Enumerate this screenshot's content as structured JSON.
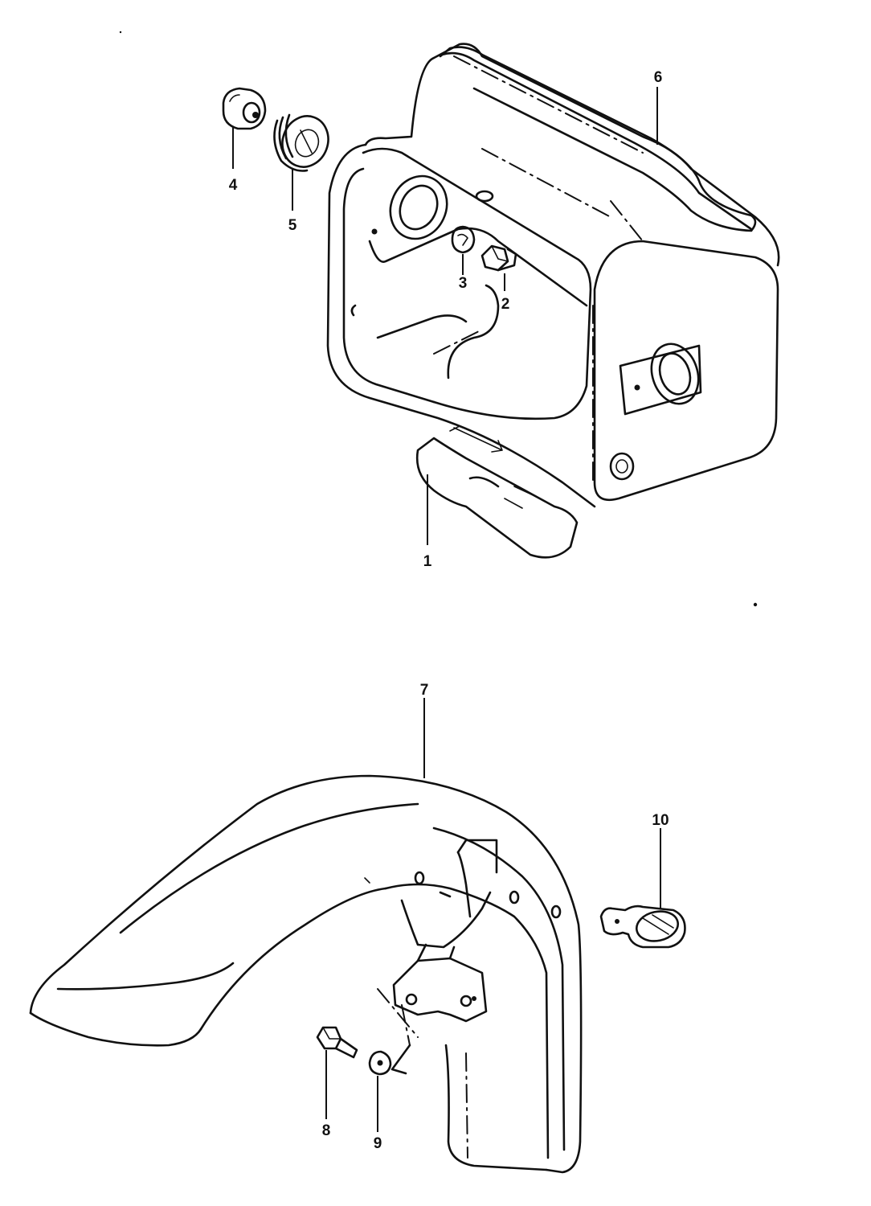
{
  "callouts": {
    "c1": "1",
    "c2": "2",
    "c3": "3",
    "c4": "4",
    "c5": "5",
    "c6": "6",
    "c7": "7",
    "c8": "8",
    "c9": "9",
    "c10": "10"
  },
  "colors": {
    "ink": "#111111",
    "paper": "#ffffff"
  }
}
